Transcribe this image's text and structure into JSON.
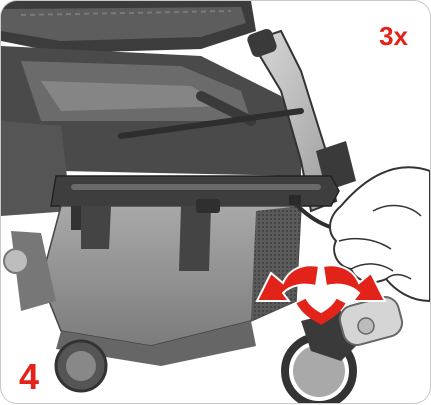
{
  "step_number": "4",
  "repeat_count": "3x",
  "colors": {
    "accent": "#e2231a",
    "frame_dark": "#3b3b3b",
    "fabric_mid": "#8e8e8e",
    "fabric_light": "#b5b5b5"
  },
  "icons": [
    "stroller-illustration",
    "hand-icon",
    "double-arrow-icon",
    "wheel-icon",
    "strap-icon"
  ]
}
